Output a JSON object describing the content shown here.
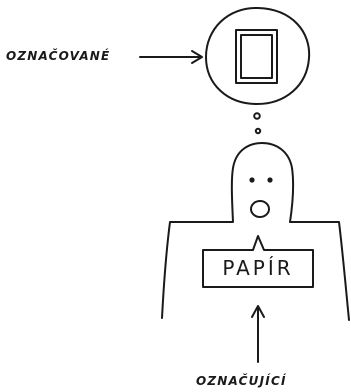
{
  "labels": {
    "signified": "OZNAČOVANÉ",
    "signifier": "OZNAČUJÍCÍ",
    "sign_text": "PAPÍR"
  }
}
